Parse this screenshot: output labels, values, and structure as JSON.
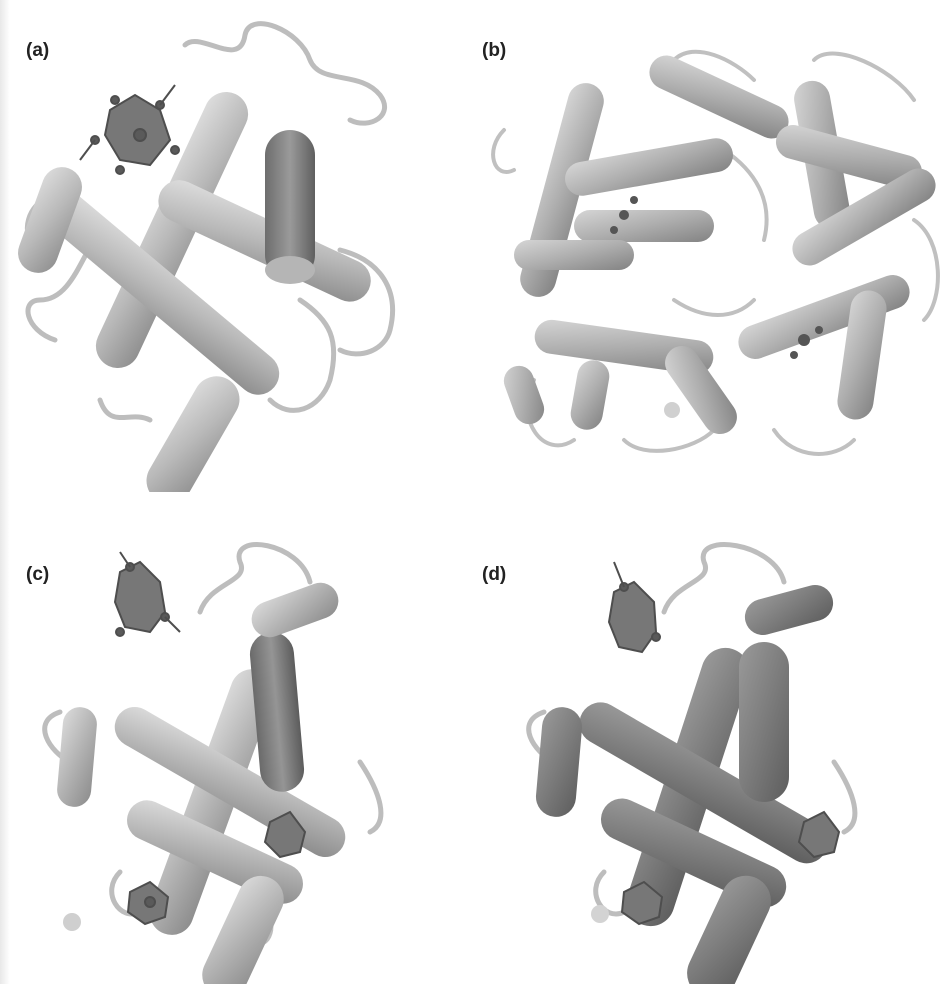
{
  "figure": {
    "panels": [
      {
        "id": "a",
        "label": "(a)"
      },
      {
        "id": "b",
        "label": "(b)"
      },
      {
        "id": "c",
        "label": "(c)"
      },
      {
        "id": "d",
        "label": "(d)"
      }
    ],
    "colors": {
      "helix_light": "#c8c8c8",
      "helix_mid": "#a9a9a9",
      "helix_dark": "#7a7a7a",
      "coil": "#bdbdbd",
      "heme": "#555555",
      "ion": "#cfcfcf"
    }
  }
}
